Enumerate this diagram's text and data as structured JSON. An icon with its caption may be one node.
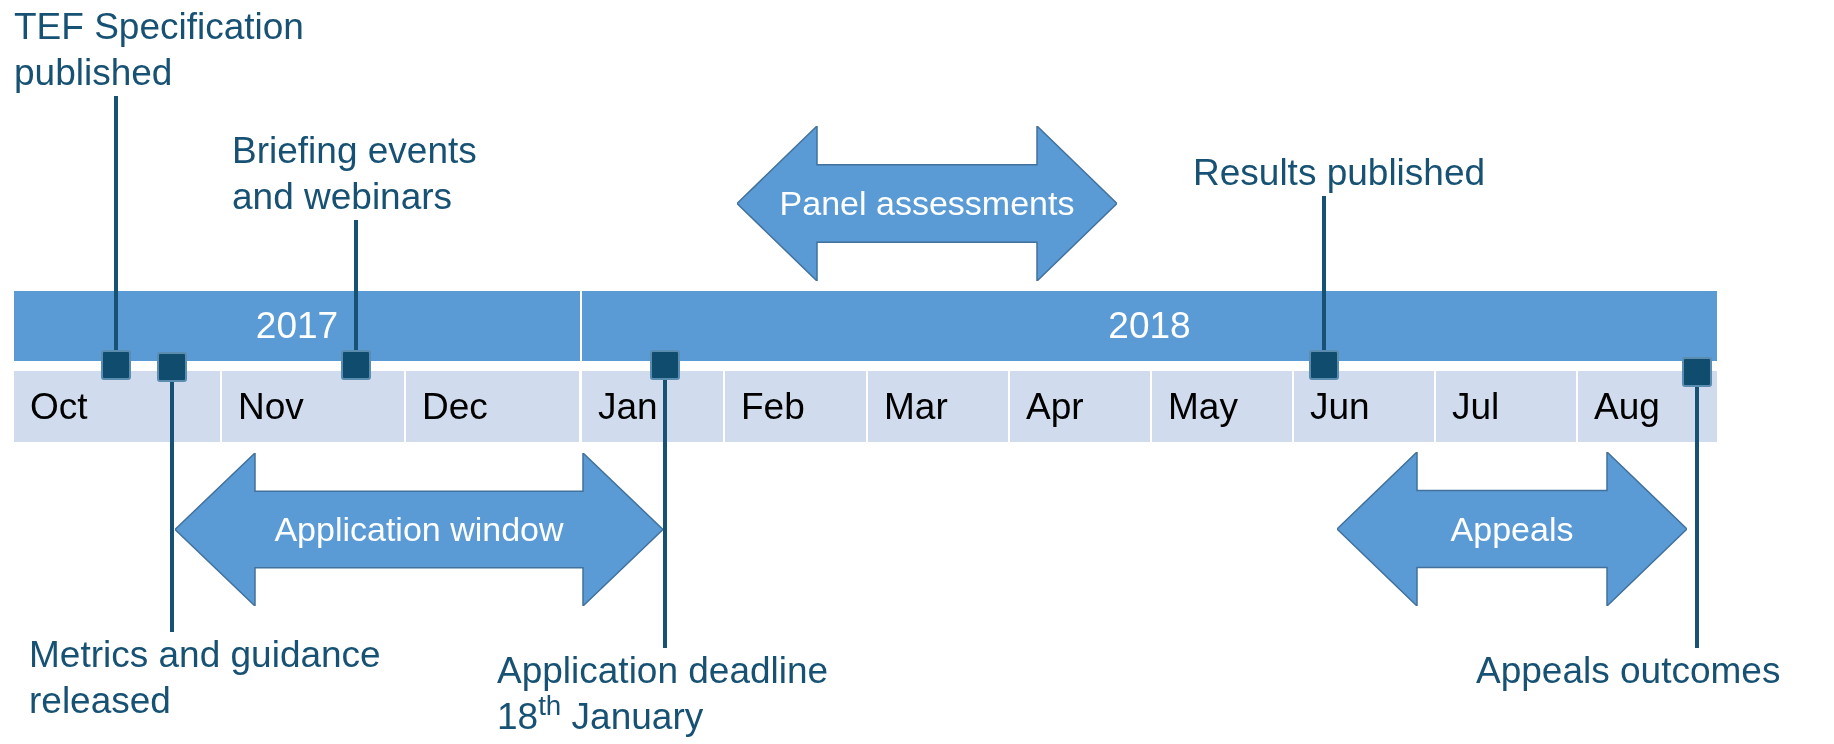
{
  "diagram": {
    "nodes": [
      {
        "text": [
          "TEF Specification published"
        ]
      },
      {
        "text": [
          "Briefing events and webinars"
        ]
      },
      {
        "text": [
          "Panel assessments"
        ]
      },
      {
        "text": [
          "Results published"
        ]
      },
      {
        "text": [
          "2017"
        ]
      },
      {
        "text": [
          "2018"
        ]
      },
      {
        "text": [
          "Oct"
        ]
      },
      {
        "text": [
          "Nov"
        ]
      },
      {
        "text": [
          "Dec"
        ]
      },
      {
        "text": [
          "Jan"
        ]
      },
      {
        "text": [
          "Feb"
        ]
      },
      {
        "text": [
          "Mar"
        ]
      },
      {
        "text": [
          "Apr"
        ]
      },
      {
        "text": [
          "May"
        ]
      },
      {
        "text": [
          "Jun"
        ]
      },
      {
        "text": [
          "Jul"
        ]
      },
      {
        "text": [
          "Aug"
        ]
      },
      {
        "text": [],
        "shape": "box"
      },
      {
        "text": [],
        "shape": "box"
      },
      {
        "text": [],
        "shape": "box"
      },
      {
        "text": [],
        "shape": "box"
      },
      {
        "text": [],
        "shape": "box"
      },
      {
        "text": [],
        "shape": "box"
      },
      {
        "text": [
          "Application window"
        ]
      },
      {
        "text": [
          "Appeals"
        ]
      },
      {
        "text": [
          "Metrics and guidance released"
        ]
      },
      {
        "text": [
          "Application deadline 18$^{th}$ January"
        ]
      },
      {
        "text": [
          "Appeals outcomes"
        ]
      }
    ],
    "edges": [
      {
        "from": 0,
        "to": 17,
        "arrow": "none"
      },
      {
        "from": 1,
        "to": 19,
        "arrow": "none"
      },
      {
        "from": 3,
        "to": 21,
        "arrow": "none"
      },
      {
        "from": 25,
        "to": 18,
        "arrow": "none"
      },
      {
        "from": 26,
        "to": 20,
        "arrow": "none"
      },
      {
        "from": 27,
        "to": 22,
        "arrow": "none"
      }
    ]
  }
}
